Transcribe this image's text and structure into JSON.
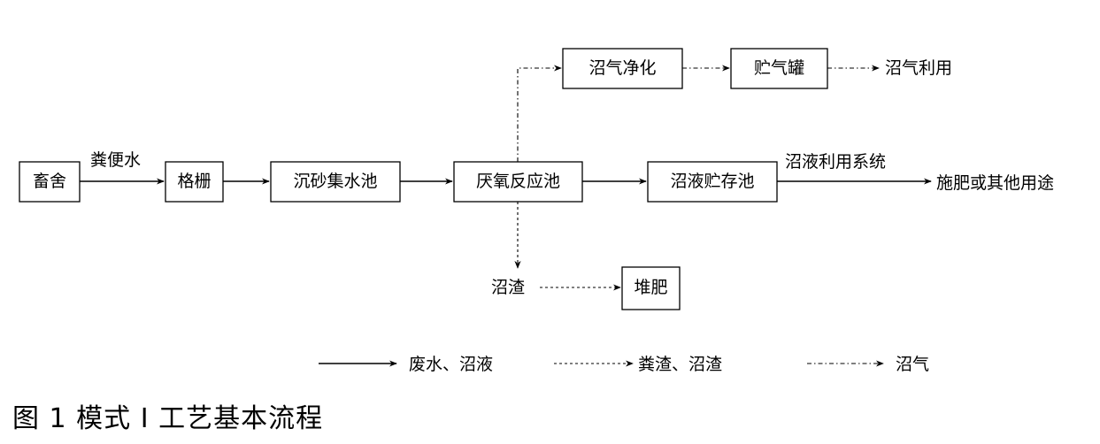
{
  "nodes": {
    "livestock_house": "畜舍",
    "screen": "格栅",
    "grit_chamber": "沉砂集水池",
    "anaerobic_tank": "厌氧反应池",
    "digestate_storage": "沼液贮存池",
    "biogas_purification": "沼气净化",
    "gas_tank": "贮气罐",
    "compost": "堆肥"
  },
  "labels": {
    "manure_water": "粪便水",
    "slurry_system": "沼液利用系统",
    "fertilizer_use": "施肥或其他用途",
    "biogas_use": "沼气利用",
    "residue": "沼渣"
  },
  "legend": {
    "solid": "废水、沼液",
    "dashed": "粪渣、沼渣",
    "dashdot": "沼气"
  },
  "caption": "图 1  模式 Ⅰ 工艺基本流程"
}
